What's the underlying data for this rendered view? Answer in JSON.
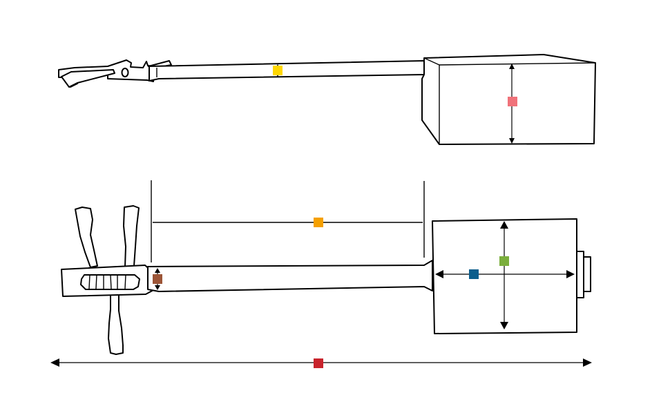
{
  "markers": [
    {
      "id": "top-neck-height",
      "color": "#FFD700"
    },
    {
      "id": "top-body-height",
      "color": "#F0727A"
    },
    {
      "id": "scale-length",
      "color": "#F5A000"
    },
    {
      "id": "bottom-neck-width",
      "color": "#9C5537"
    },
    {
      "id": "body-width",
      "color": "#0B5D8C"
    },
    {
      "id": "body-length",
      "color": "#7AAE3C"
    },
    {
      "id": "total-length",
      "color": "#C8232C"
    }
  ]
}
